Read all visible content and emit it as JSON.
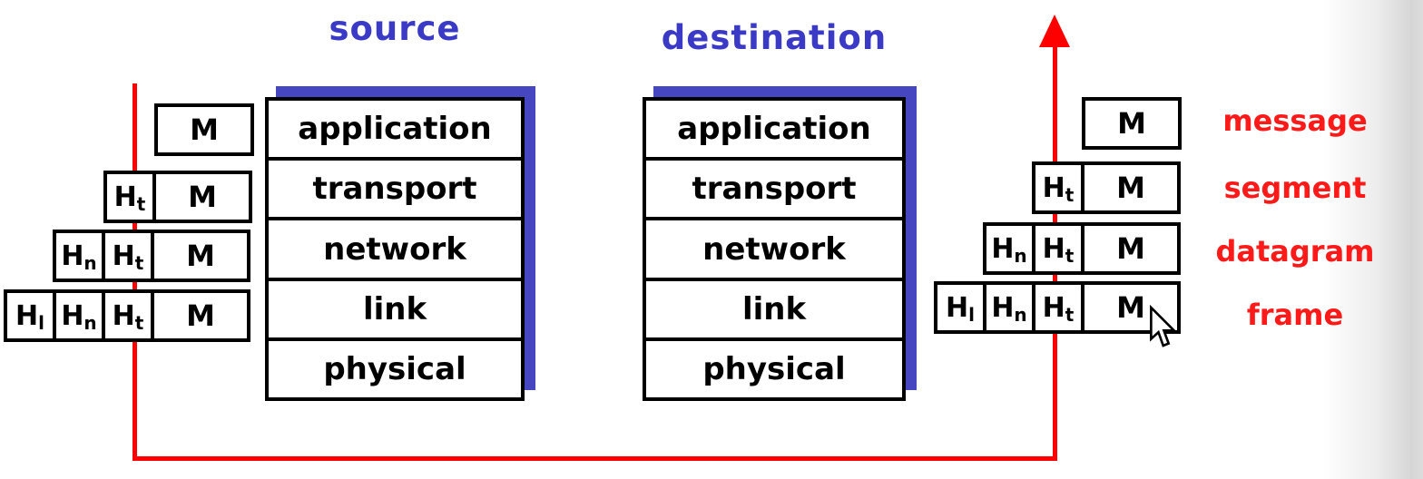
{
  "diagram": {
    "title": "network-encapsulation",
    "source": {
      "label": "source",
      "layers": [
        "application",
        "transport",
        "network",
        "link",
        "physical"
      ]
    },
    "destination": {
      "label": "destination",
      "layers": [
        "application",
        "transport",
        "network",
        "link",
        "physical"
      ]
    },
    "left_rows": [
      {
        "cells": [
          {
            "main": "M",
            "sub": ""
          }
        ]
      },
      {
        "cells": [
          {
            "main": "H",
            "sub": "t"
          },
          {
            "main": "M",
            "sub": ""
          }
        ]
      },
      {
        "cells": [
          {
            "main": "H",
            "sub": "n"
          },
          {
            "main": "H",
            "sub": "t"
          },
          {
            "main": "M",
            "sub": ""
          }
        ]
      },
      {
        "cells": [
          {
            "main": "H",
            "sub": "l"
          },
          {
            "main": "H",
            "sub": "n"
          },
          {
            "main": "H",
            "sub": "t"
          },
          {
            "main": "M",
            "sub": ""
          }
        ]
      }
    ],
    "right_rows": [
      {
        "cells": [
          {
            "main": "M",
            "sub": ""
          }
        ]
      },
      {
        "cells": [
          {
            "main": "H",
            "sub": "t"
          },
          {
            "main": "M",
            "sub": ""
          }
        ]
      },
      {
        "cells": [
          {
            "main": "H",
            "sub": "n"
          },
          {
            "main": "H",
            "sub": "t"
          },
          {
            "main": "M",
            "sub": ""
          }
        ]
      },
      {
        "cells": [
          {
            "main": "H",
            "sub": "l"
          },
          {
            "main": "H",
            "sub": "n"
          },
          {
            "main": "H",
            "sub": "t"
          },
          {
            "main": "M",
            "sub": ""
          }
        ]
      }
    ],
    "pdu_labels": [
      "message",
      "segment",
      "datagram",
      "frame"
    ],
    "icons": {
      "cursor": "mouse-pointer-icon",
      "arrow": "red-up-arrow-icon"
    },
    "colors": {
      "line_red": "#ff0000",
      "label_red": "#ff1a1a",
      "title_blue": "#3a3ac6",
      "shadow_blue": "#4646c0",
      "box_black": "#000000"
    }
  }
}
